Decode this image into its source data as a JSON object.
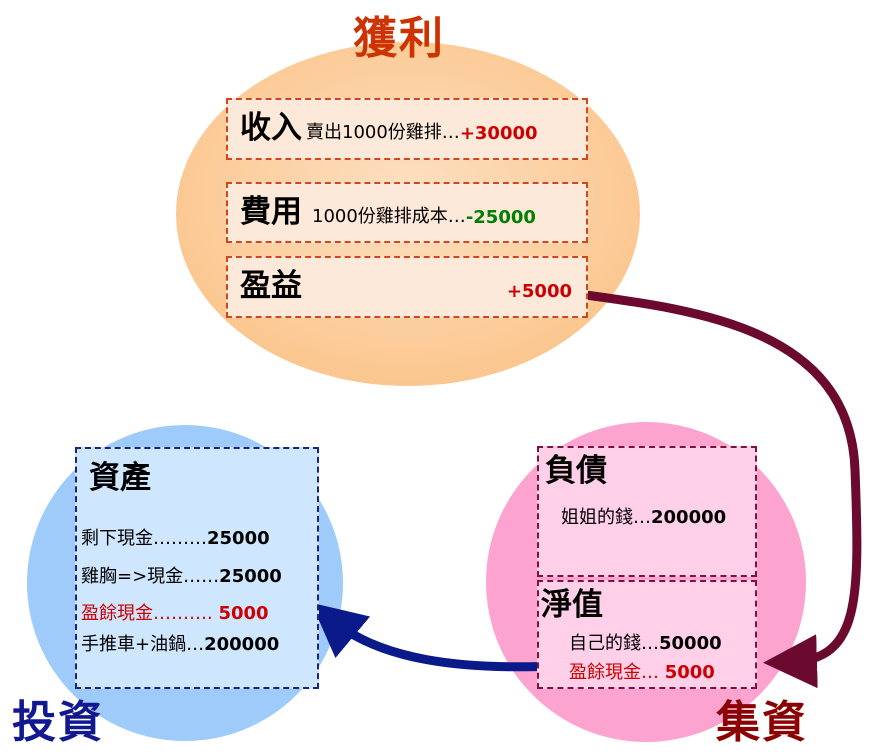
{
  "colors": {
    "profit": "#cc3300",
    "invest": "#12188f",
    "funding": "#8b0000",
    "orange_fill": "#fccb96",
    "blue_fill": "#9ecbfa",
    "pink_fill": "#fda3cf",
    "arrow_maroon": "#6b0a2e",
    "arrow_navy": "#0a1a8a"
  },
  "profit": {
    "title": "獲利",
    "income": {
      "label": "收入",
      "desc": "賣出1000份雞排…",
      "amount": "+30000"
    },
    "expense": {
      "label": "費用",
      "desc": "1000份雞排成本…",
      "amount": "-25000"
    },
    "surplus": {
      "label": "盈益",
      "amount": "+5000"
    }
  },
  "invest": {
    "title": "投資",
    "assets": {
      "label": "資產",
      "items": [
        {
          "name": "剩下現金………",
          "value": "25000"
        },
        {
          "name": "雞胸=>現金……",
          "value": "25000"
        },
        {
          "name": "盈餘現金………. ",
          "value": "5000"
        },
        {
          "name": "手推車+油鍋…",
          "value": "200000"
        }
      ]
    }
  },
  "funding": {
    "title": "集資",
    "liabilities": {
      "label": "負債",
      "items": [
        {
          "name": "姐姐的錢…",
          "value": "200000"
        }
      ]
    },
    "equity": {
      "label": "淨值",
      "items": [
        {
          "name": "自己的錢…",
          "value": "50000"
        },
        {
          "name": "盈餘現金…  ",
          "value": "5000"
        }
      ]
    }
  }
}
